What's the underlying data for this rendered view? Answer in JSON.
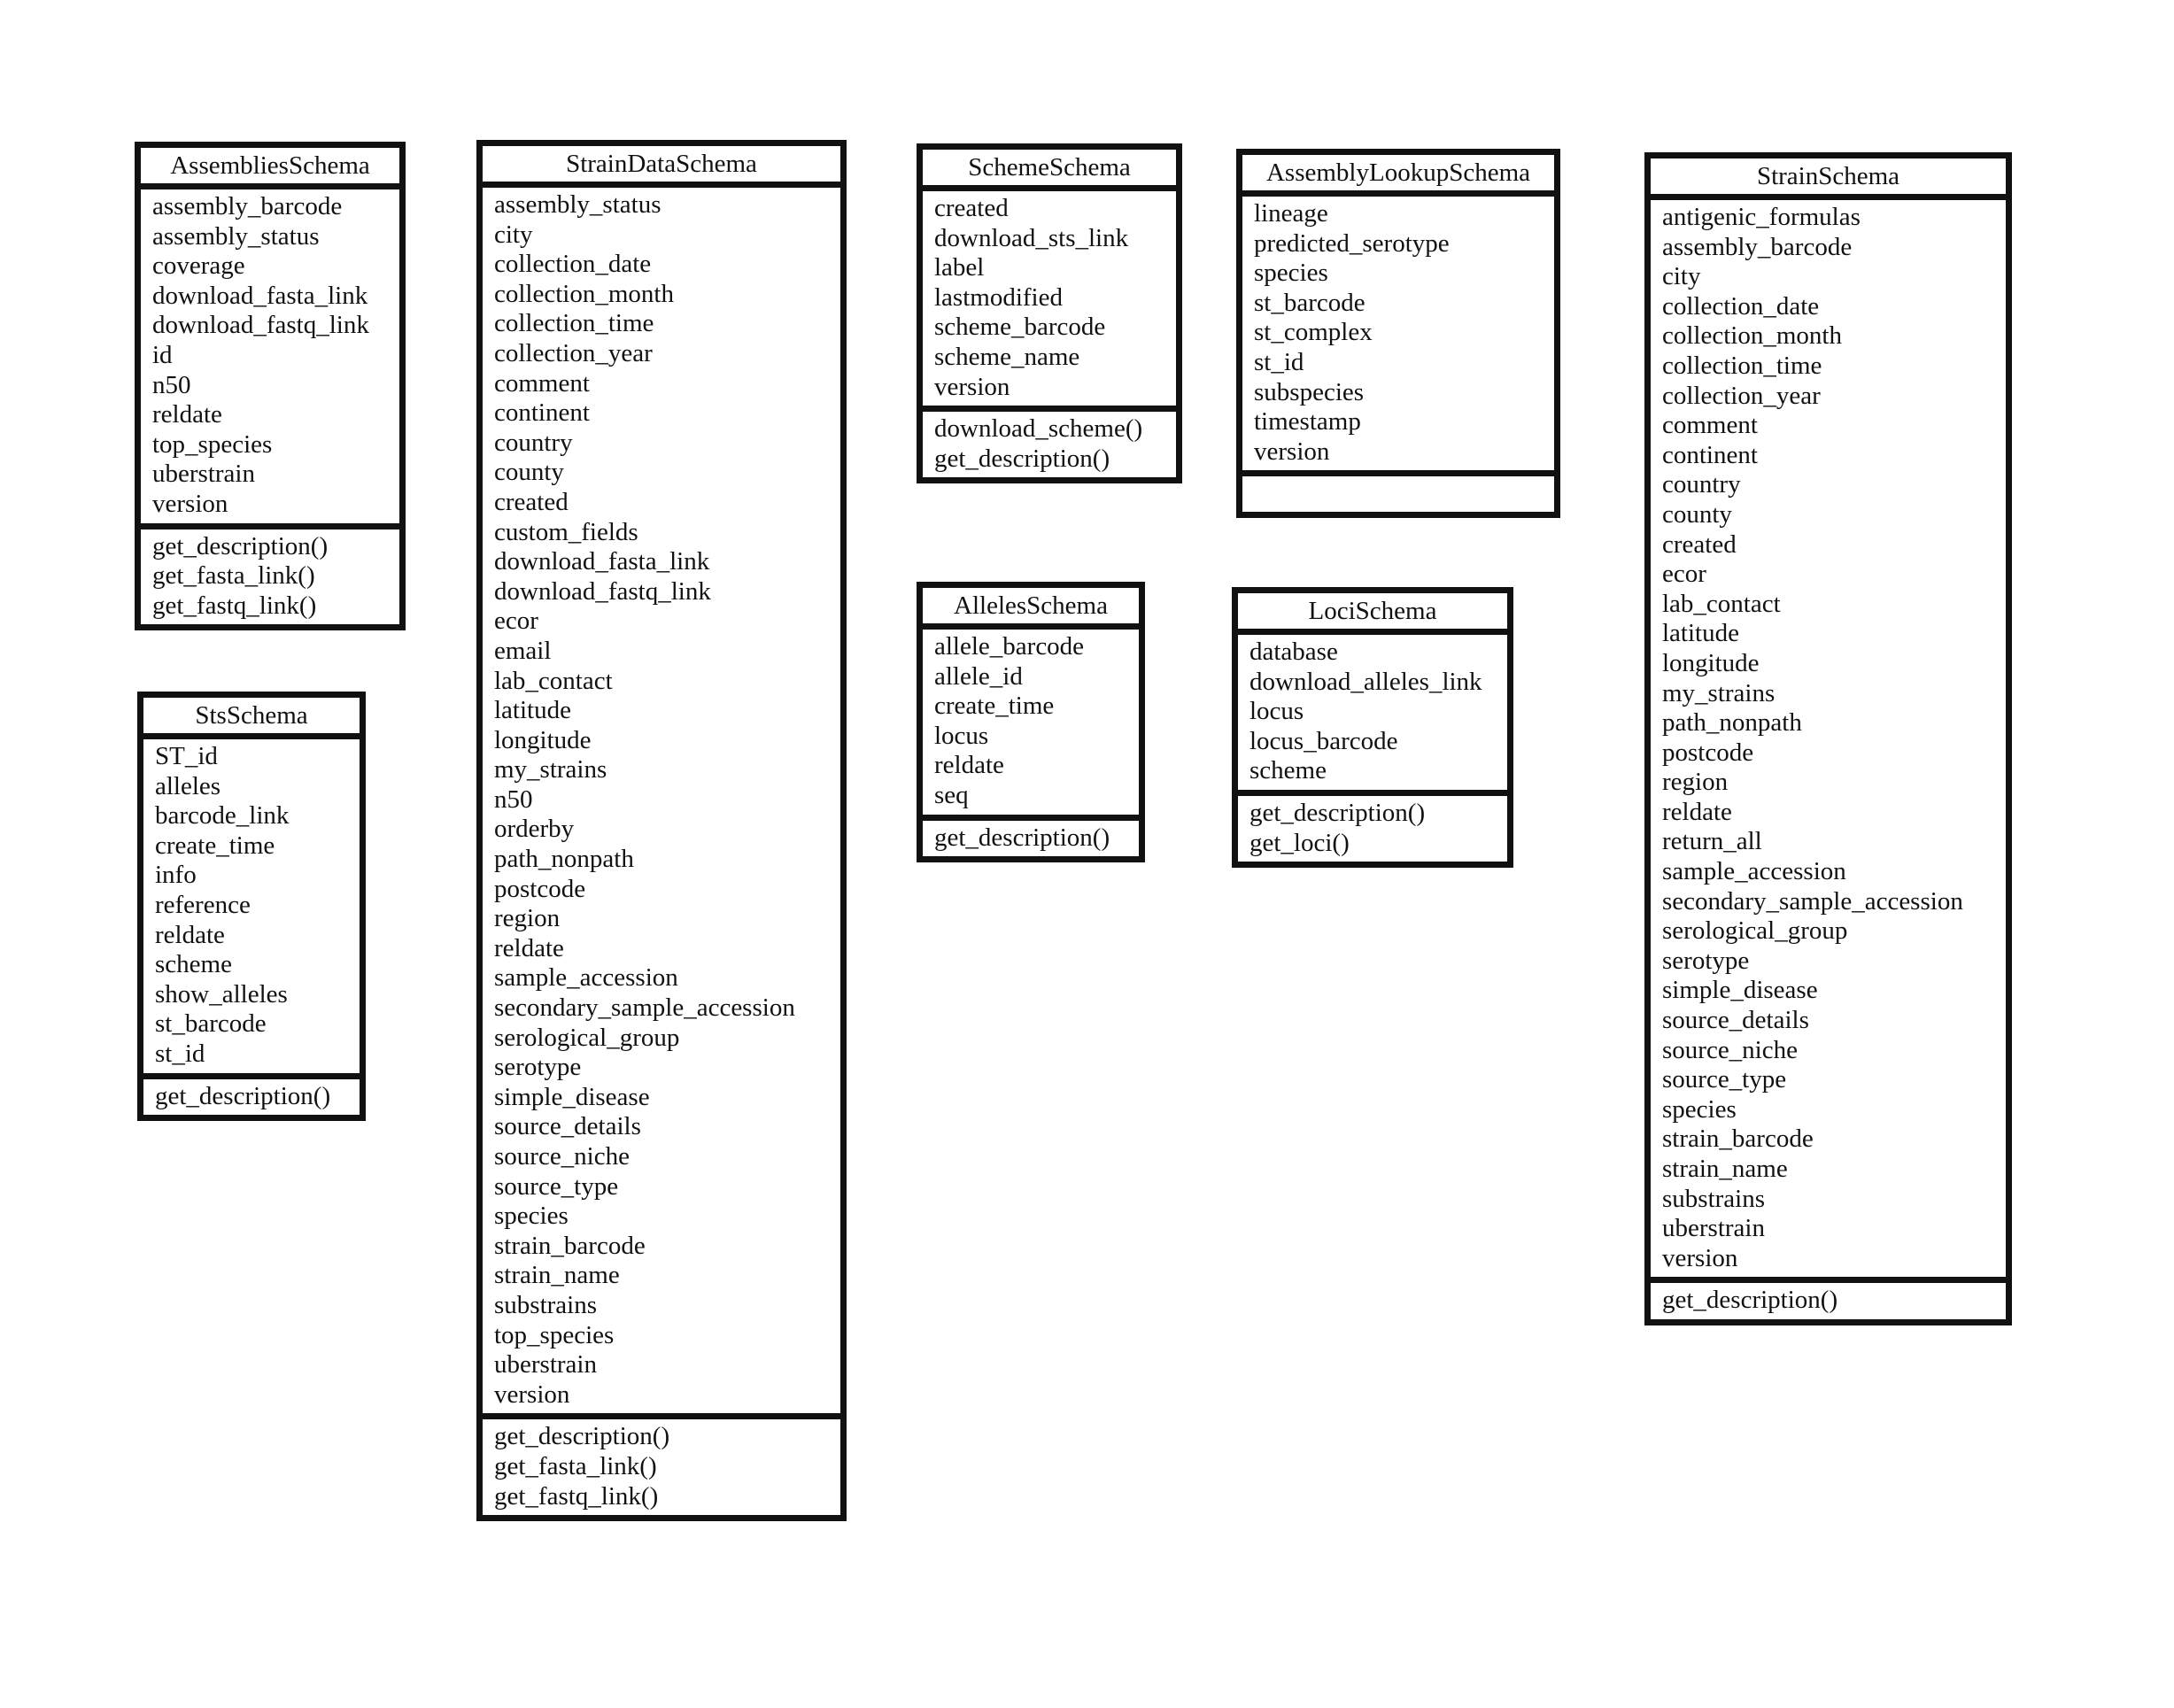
{
  "classes": [
    {
      "name": "AssembliesSchema",
      "attributes": [
        "assembly_barcode",
        "assembly_status",
        "coverage",
        "download_fasta_link",
        "download_fastq_link",
        "id",
        "n50",
        "reldate",
        "top_species",
        "uberstrain",
        "version"
      ],
      "methods": [
        "get_description()",
        "get_fasta_link()",
        "get_fastq_link()"
      ]
    },
    {
      "name": "StsSchema",
      "attributes": [
        "ST_id",
        "alleles",
        "barcode_link",
        "create_time",
        "info",
        "reference",
        "reldate",
        "scheme",
        "show_alleles",
        "st_barcode",
        "st_id"
      ],
      "methods": [
        "get_description()"
      ]
    },
    {
      "name": "StrainDataSchema",
      "attributes": [
        "assembly_status",
        "city",
        "collection_date",
        "collection_month",
        "collection_time",
        "collection_year",
        "comment",
        "continent",
        "country",
        "county",
        "created",
        "custom_fields",
        "download_fasta_link",
        "download_fastq_link",
        "ecor",
        "email",
        "lab_contact",
        "latitude",
        "longitude",
        "my_strains",
        "n50",
        "orderby",
        "path_nonpath",
        "postcode",
        "region",
        "reldate",
        "sample_accession",
        "secondary_sample_accession",
        "serological_group",
        "serotype",
        "simple_disease",
        "source_details",
        "source_niche",
        "source_type",
        "species",
        "strain_barcode",
        "strain_name",
        "substrains",
        "top_species",
        "uberstrain",
        "version"
      ],
      "methods": [
        "get_description()",
        "get_fasta_link()",
        "get_fastq_link()"
      ]
    },
    {
      "name": "SchemeSchema",
      "attributes": [
        "created",
        "download_sts_link",
        "label",
        "lastmodified",
        "scheme_barcode",
        "scheme_name",
        "version"
      ],
      "methods": [
        "download_scheme()",
        "get_description()"
      ]
    },
    {
      "name": "AllelesSchema",
      "attributes": [
        "allele_barcode",
        "allele_id",
        "create_time",
        "locus",
        "reldate",
        "seq"
      ],
      "methods": [
        "get_description()"
      ]
    },
    {
      "name": "AssemblyLookupSchema",
      "attributes": [
        "lineage",
        "predicted_serotype",
        "species",
        "st_barcode",
        "st_complex",
        "st_id",
        "subspecies",
        "timestamp",
        "version"
      ],
      "methods": []
    },
    {
      "name": "LociSchema",
      "attributes": [
        "database",
        "download_alleles_link",
        "locus",
        "locus_barcode",
        "scheme"
      ],
      "methods": [
        "get_description()",
        "get_loci()"
      ]
    },
    {
      "name": "StrainSchema",
      "attributes": [
        "antigenic_formulas",
        "assembly_barcode",
        "city",
        "collection_date",
        "collection_month",
        "collection_time",
        "collection_year",
        "comment",
        "continent",
        "country",
        "county",
        "created",
        "ecor",
        "lab_contact",
        "latitude",
        "longitude",
        "my_strains",
        "path_nonpath",
        "postcode",
        "region",
        "reldate",
        "return_all",
        "sample_accession",
        "secondary_sample_accession",
        "serological_group",
        "serotype",
        "simple_disease",
        "source_details",
        "source_niche",
        "source_type",
        "species",
        "strain_barcode",
        "strain_name",
        "substrains",
        "uberstrain",
        "version"
      ],
      "methods": [
        "get_description()"
      ]
    }
  ]
}
